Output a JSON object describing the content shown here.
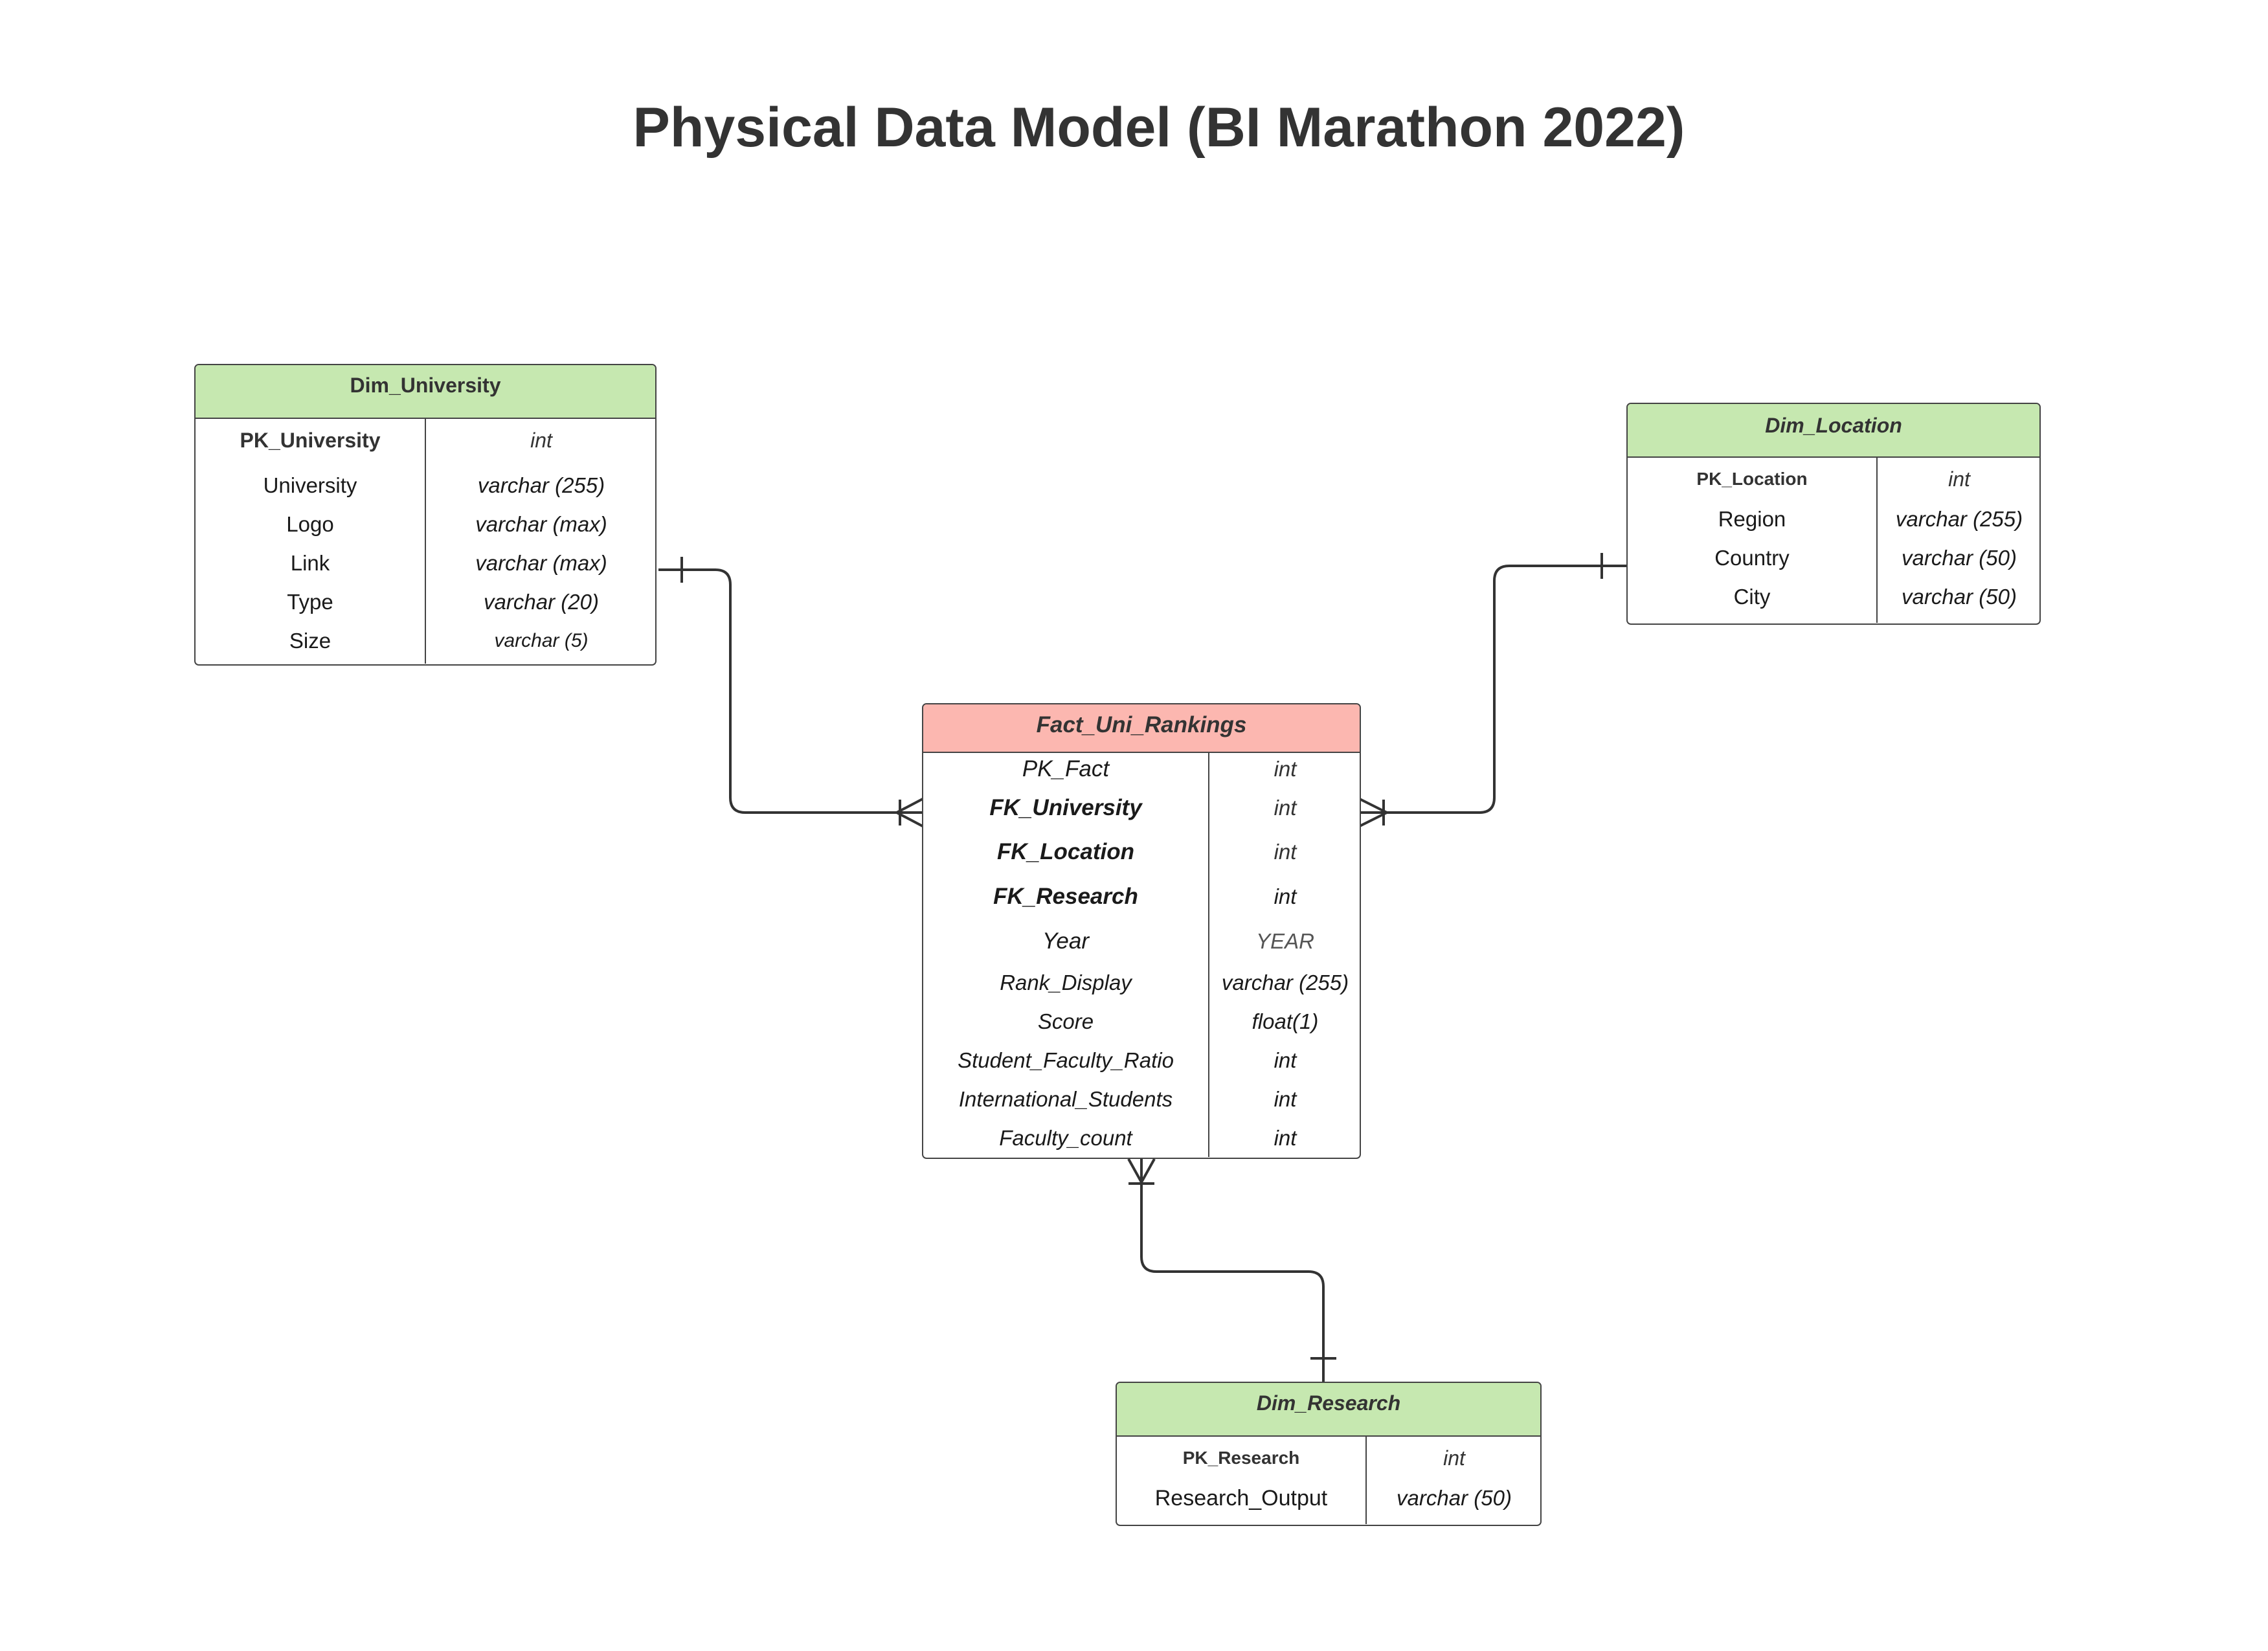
{
  "title": "Physical Data Model (BI Marathon 2022)",
  "colors": {
    "dimension_header": "#c6e8b0",
    "fact_header": "#fcb7b0",
    "border": "#444444",
    "connector": "#333333"
  },
  "entities": {
    "dim_university": {
      "name": "Dim_University",
      "columns": [
        {
          "field": "PK_University",
          "type": "int"
        },
        {
          "field": "University",
          "type": "varchar (255)"
        },
        {
          "field": "Logo",
          "type": "varchar (max)"
        },
        {
          "field": "Link",
          "type": "varchar (max)"
        },
        {
          "field": "Type",
          "type": "varchar (20)"
        },
        {
          "field": "Size",
          "type": "varchar (5)"
        }
      ]
    },
    "dim_location": {
      "name": "Dim_Location",
      "columns": [
        {
          "field": "PK_Location",
          "type": "int"
        },
        {
          "field": "Region",
          "type": "varchar (255)"
        },
        {
          "field": "Country",
          "type": "varchar (50)"
        },
        {
          "field": "City",
          "type": "varchar (50)"
        }
      ]
    },
    "fact_uni_rankings": {
      "name": "Fact_Uni_Rankings",
      "columns": [
        {
          "field": "PK_Fact",
          "type": "int"
        },
        {
          "field": "FK_University",
          "type": "int"
        },
        {
          "field": "FK_Location",
          "type": "int"
        },
        {
          "field": "FK_Research",
          "type": "int"
        },
        {
          "field": "Year",
          "type": "YEAR"
        },
        {
          "field": "Rank_Display",
          "type": "varchar (255)"
        },
        {
          "field": "Score",
          "type": "float(1)"
        },
        {
          "field": "Student_Faculty_Ratio",
          "type": "int"
        },
        {
          "field": "International_Students",
          "type": "int"
        },
        {
          "field": "Faculty_count",
          "type": "int"
        }
      ]
    },
    "dim_research": {
      "name": "Dim_Research",
      "columns": [
        {
          "field": "PK_Research",
          "type": "int"
        },
        {
          "field": "Research_Output",
          "type": "varchar (50)"
        }
      ]
    }
  },
  "relationships": [
    {
      "from": "Dim_University",
      "to": "Fact_Uni_Rankings",
      "cardinality": "one-to-many"
    },
    {
      "from": "Dim_Location",
      "to": "Fact_Uni_Rankings",
      "cardinality": "one-to-many"
    },
    {
      "from": "Dim_Research",
      "to": "Fact_Uni_Rankings",
      "cardinality": "one-to-many"
    }
  ]
}
